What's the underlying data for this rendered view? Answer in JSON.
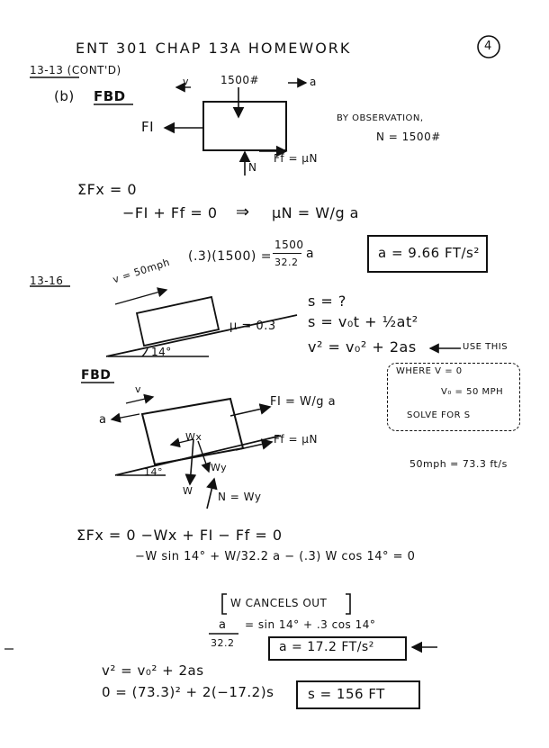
{
  "header": {
    "title": "ENT 301   CHAP 13A   HOMEWORK",
    "page_number": "4"
  },
  "p1": {
    "problem": "13-13 (CONT'D)",
    "part": "(b)",
    "fbd_label": "FBD",
    "fbd": {
      "v": "v",
      "weight": "1500#",
      "a": "a",
      "fi": "FI",
      "n": "N",
      "ff": "Ff = μN"
    },
    "observation": [
      "BY OBSERVATION,",
      "N = 1500#"
    ],
    "eq_sum": "ΣFx = 0",
    "eq_forces": "−FI + Ff = 0",
    "eq_implies": "⇒",
    "eq_mun": "μN = W/g a",
    "eq_numeric_left": "(.3)(1500) =",
    "eq_numeric_frac_num": "1500",
    "eq_numeric_frac_den": "32.2",
    "eq_numeric_a": "a",
    "answer": "a = 9.66 FT/s²"
  },
  "p2": {
    "problem": "13-16",
    "velocity": "v = 50mph",
    "angle": "14°",
    "mu": "μ = 0.3",
    "kin": [
      "s = ?",
      "s = v₀t + ½at²",
      "v² = v₀² + 2as"
    ],
    "use_this": "USE THIS",
    "where": [
      "WHERE  V = 0",
      "V₀ = 50 MPH",
      "SOLVE FOR S"
    ],
    "fbd_label": "FBD",
    "fbd": {
      "v": "v",
      "a": "a",
      "fi": "FI = W/g a",
      "ff": "Ff = μN",
      "wx": "Wx",
      "wy": "Wy",
      "w": "W",
      "n": "N = Wy",
      "angle": "14°"
    },
    "conversion": "50mph = 73.3 ft/s",
    "eq1": "ΣFx = 0   −Wx + FI − Ff = 0",
    "eq2": "−W sin 14° + W/32.2 a − (.3) W cos 14° = 0",
    "cancel": "W CANCELS OUT",
    "eq3_num": "a",
    "eq3_den": "32.2",
    "eq3_rhs": "= sin 14° + .3 cos 14°",
    "answer_a": "a = 17.2 FT/s²",
    "eq4": "v² = v₀² + 2as",
    "eq5": "0 = (73.3)² + 2(−17.2)s",
    "answer_s": "s = 156 FT"
  }
}
